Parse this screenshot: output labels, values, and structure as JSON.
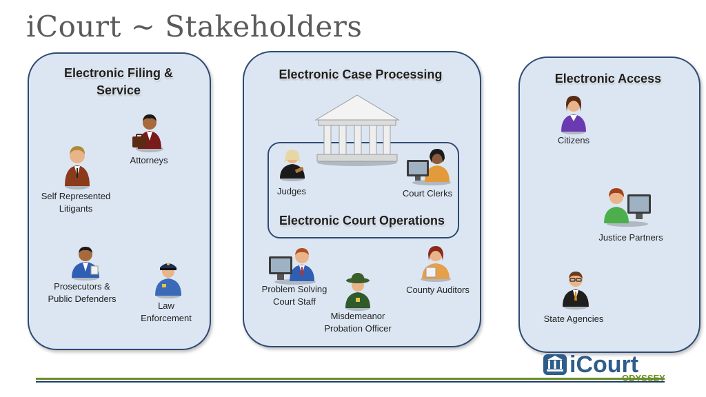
{
  "title": "iCourt ~ Stakeholders",
  "panels": {
    "filing": {
      "heading": "Electronic Filing & Service",
      "actors": {
        "attorneys": "Attorneys",
        "self_represented": "Self Represented\nLitigants",
        "prosecutors": "Prosecutors &\nPublic Defenders",
        "law_enforcement": "Law\nEnforcement"
      }
    },
    "processing": {
      "heading": "Electronic Case Processing",
      "inner_heading": "Electronic Court Operations",
      "actors": {
        "judges": "Judges",
        "court_clerks": "Court Clerks",
        "problem_solving": "Problem Solving\nCourt Staff",
        "county_auditors": "County Auditors",
        "misdemeanor": "Misdemeanor\nProbation Officer"
      }
    },
    "access": {
      "heading": "Electronic Access",
      "actors": {
        "citizens": "Citizens",
        "justice_partners": "Justice Partners",
        "state_agencies": "State Agencies"
      }
    }
  },
  "logo": {
    "name": "iCourt",
    "sub": "ODYSSEY"
  },
  "colors": {
    "panel_fill": "#dce6f2",
    "panel_border": "#2e4a73",
    "logo_blue": "#2e5d8a",
    "logo_green": "#6b8e23"
  }
}
